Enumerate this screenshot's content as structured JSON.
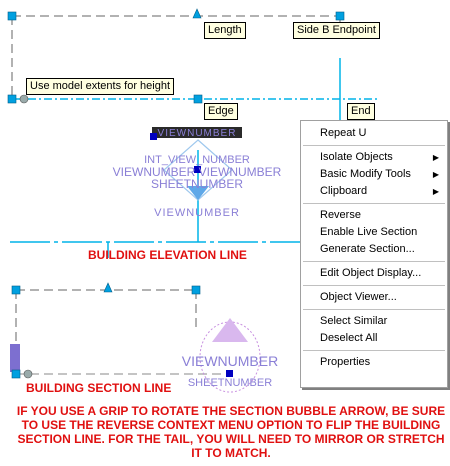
{
  "tooltips": {
    "length": "Length",
    "side_b_endpoint": "Side B Endpoint",
    "model_extents": "Use model extents for height",
    "edge": "Edge",
    "end": "End"
  },
  "labels": {
    "elevation_line": "BUILDING ELEVATION LINE",
    "section_line": "BUILDING SECTION LINE"
  },
  "tags": {
    "elev_top": "VIEWNUMBER",
    "elev_int": "INT_VIEW_NUMBER",
    "elev_mid": "VIEWNUMBER VIEWNUMBER",
    "elev_sheet": "SHEETNUMBER",
    "elev_bottom": "VIEWNUMBER",
    "sect_view": "VIEWNUMBER",
    "sect_sheet": "SHEETNUMBER"
  },
  "note": "IF YOU USE A GRIP TO ROTATE THE SECTION BUBBLE ARROW, BE SURE TO USE THE REVERSE CONTEXT MENU OPTION TO FLIP THE BUILDING SECTION LINE.  FOR THE TAIL, YOU WILL NEED TO MIRROR OR STRETCH IT TO MATCH.",
  "menu": {
    "repeat": "Repeat U",
    "isolate": "Isolate Objects",
    "basic_modify": "Basic Modify Tools",
    "clipboard": "Clipboard",
    "reverse": "Reverse",
    "live_section": "Enable Live Section",
    "generate_section": "Generate Section...",
    "edit_display": "Edit Object Display...",
    "viewer": "Object Viewer...",
    "select_similar": "Select Similar",
    "deselect_all": "Deselect All",
    "properties": "Properties"
  },
  "colors": {
    "grip": "#00a0e0",
    "selected_grip": "#0000c0",
    "cad_line": "#00b4e8",
    "annotation": "#e01010",
    "tag_text": "#8a7fd6"
  }
}
